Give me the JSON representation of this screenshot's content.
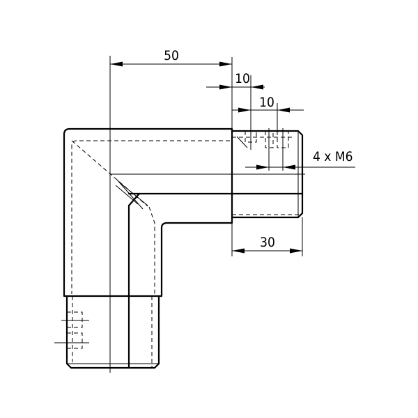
{
  "dimensions": {
    "top_width": "50",
    "upper_offset": "10",
    "lower_offset": "10",
    "thread_spec": "4 x M6",
    "spigot_length": "30"
  }
}
